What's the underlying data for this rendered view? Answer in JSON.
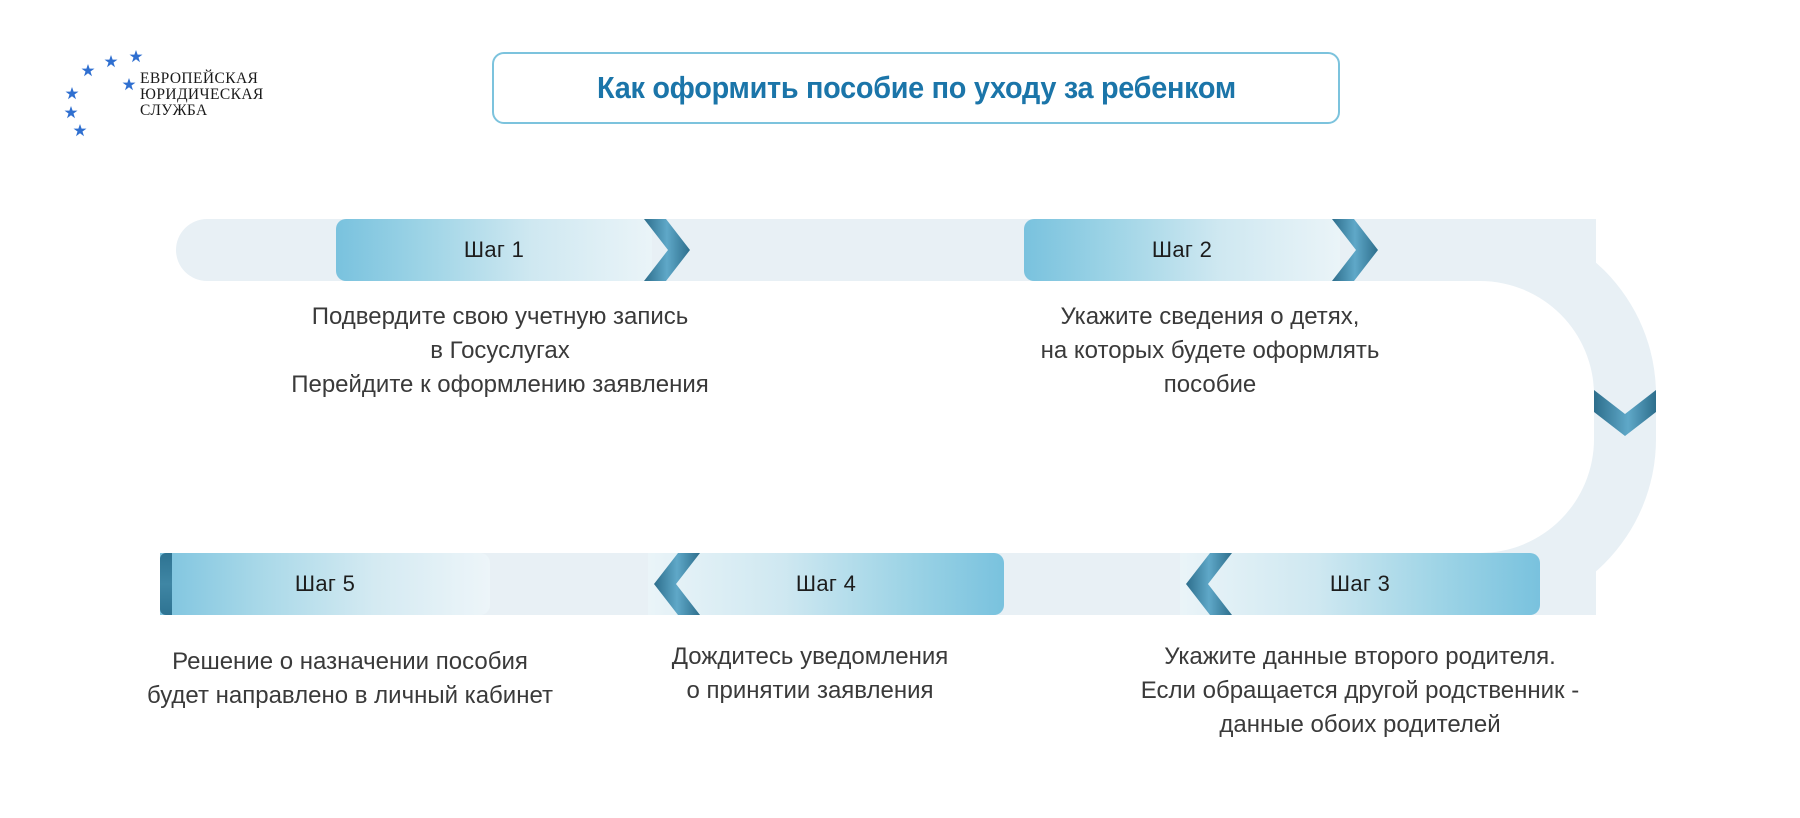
{
  "brand": {
    "line1": "ЕВРОПЕЙСКАЯ",
    "line2": "ЮРИДИЧЕСКАЯ",
    "line3": "СЛУЖБА",
    "star_color": "#2f6fd0"
  },
  "header": {
    "title": "Как оформить пособие по уходу за ребенком",
    "title_color": "#1b75a9",
    "border_color": "#7cc3dd"
  },
  "flow": {
    "track_color": "#e8f0f5",
    "segment_gradient_start": "#79c2de",
    "segment_gradient_end": "#eaf4f8",
    "chevron_color": "#2e7392",
    "chevron_highlight": "#5fa8c8",
    "steps": [
      {
        "id": "step-1",
        "label": "Шаг 1",
        "lines": [
          "Подвердите свою учетную запись",
          "в Госуслугах",
          "Перейдите к оформлению заявления"
        ]
      },
      {
        "id": "step-2",
        "label": "Шаг 2",
        "lines": [
          "Укажите сведения о детях,",
          "на которых будете оформлять",
          "пособие"
        ]
      },
      {
        "id": "step-3",
        "label": "Шаг 3",
        "lines": [
          "Укажите данные второго родителя.",
          "Если обращается другой родственник -",
          "данные обоих родителей"
        ]
      },
      {
        "id": "step-4",
        "label": "Шаг 4",
        "lines": [
          "Дождитесь уведомления",
          "о принятии заявления"
        ]
      },
      {
        "id": "step-5",
        "label": "Шаг 5",
        "lines": [
          "Решение о назначении пособия",
          "будет направлено в личный кабинет"
        ]
      }
    ]
  }
}
